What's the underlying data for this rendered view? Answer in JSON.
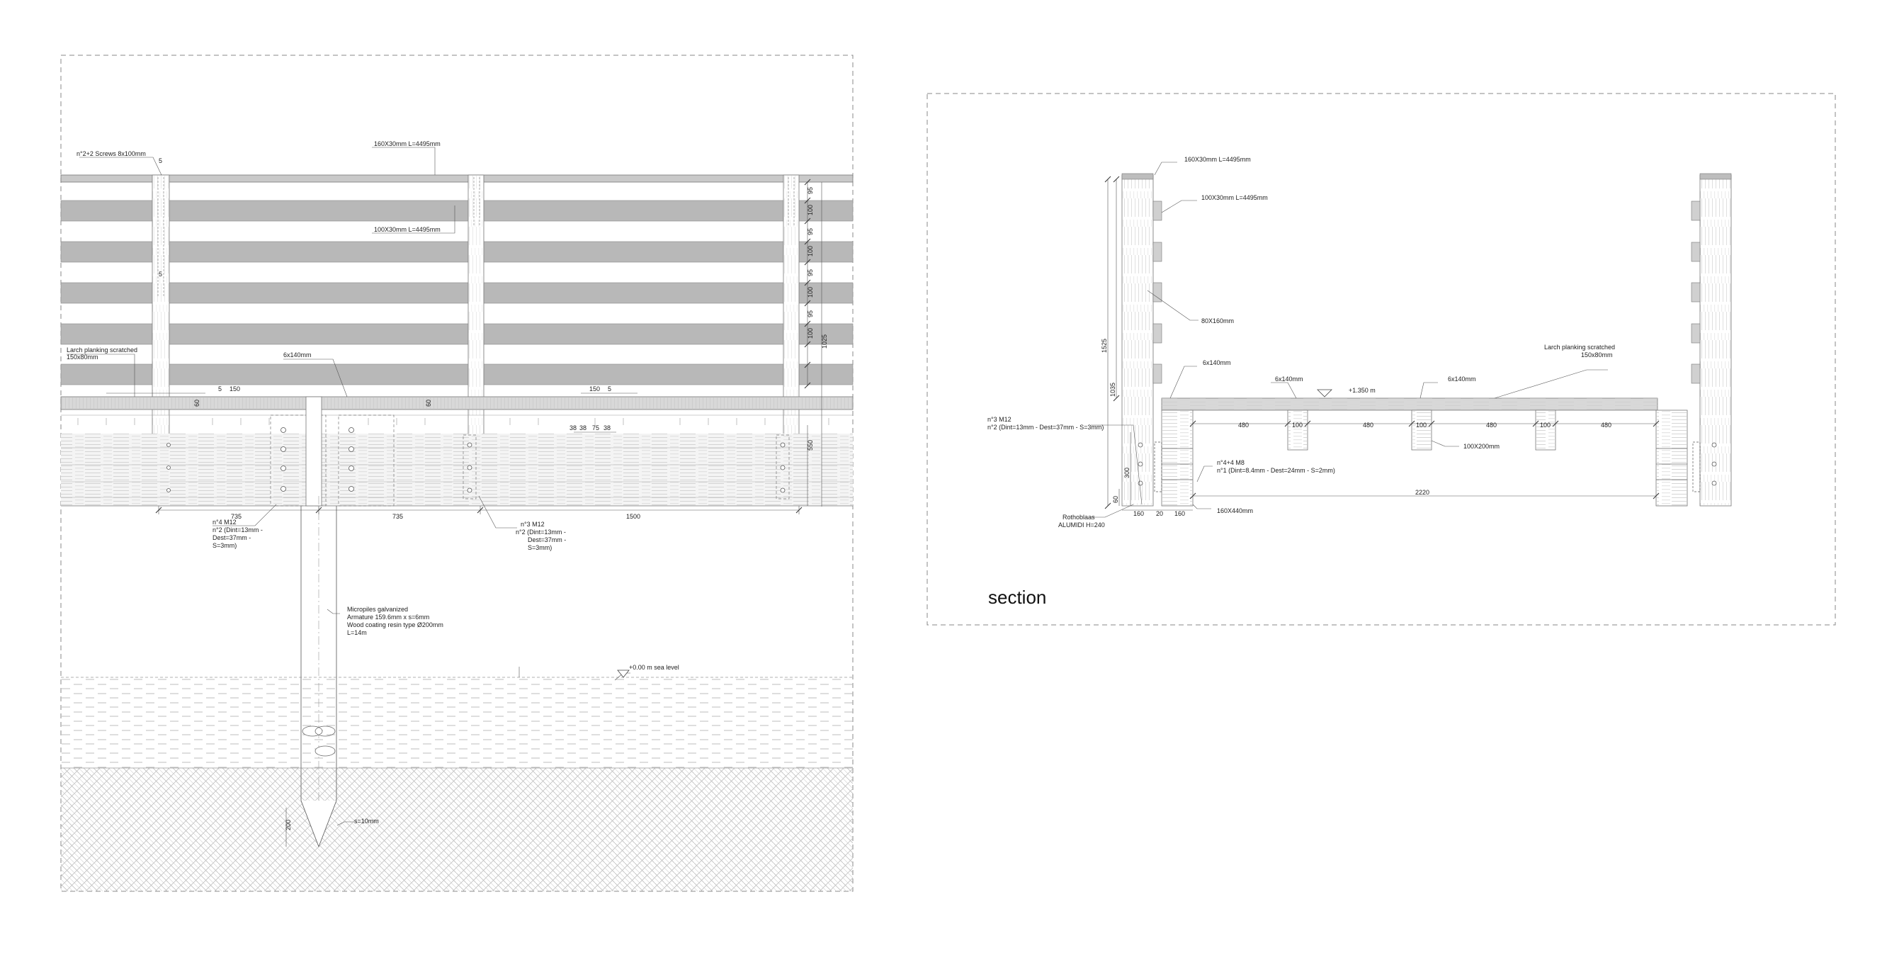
{
  "elevation": {
    "labels": {
      "screws": "n°2+2 Screws 8x100mm",
      "top_rail": "160X30mm L=4495mm",
      "rail": "100X30mm L=4495mm",
      "larch_1": "Larch planking scratched",
      "larch_2": "150x80mm",
      "joist": "6x140mm",
      "bolts_left_1": "n°4 M12",
      "bolts_left_2": "n°2 (Dint=13mm -",
      "bolts_left_3": "Dest=37mm -",
      "bolts_left_4": "S=3mm)",
      "bolts_right_1": "n°3 M12",
      "bolts_right_2": "n°2 (Dint=13mm -",
      "bolts_right_3": "Dest=37mm -",
      "bolts_right_4": "S=3mm)",
      "pile_1": "Micropiles galvanized",
      "pile_2": "Armature 159.6mm x s=6mm",
      "pile_3": "Wood coating resin type  Ø200mm",
      "pile_4": "L=14m",
      "sea_level": "+0.00 m sea level",
      "tip": "s=10mm"
    },
    "dims": {
      "d5a": "5",
      "d5b": "5",
      "d5c": "5",
      "d5d": "5",
      "rail_gaps": [
        "95",
        "100",
        "95",
        "100",
        "95",
        "100",
        "95",
        "100"
      ],
      "total_h": "1025",
      "d60a": "60",
      "d150a": "150",
      "d60b": "60",
      "d150b": "150",
      "d38a": "38",
      "d38b": "38",
      "d75": "75",
      "d38c": "38",
      "d550": "550",
      "d735a": "735",
      "d735b": "735",
      "d1500": "1500",
      "d200": "200"
    }
  },
  "section": {
    "title": "section",
    "labels": {
      "top_rail": "160X30mm L=4495mm",
      "rail": "100X30mm L=4495mm",
      "post": "80X160mm",
      "larch_1": "Larch planking scratched",
      "larch_2": "150x80mm",
      "joist_a": "6x140mm",
      "joist_b": "6x140mm",
      "joist_c": "6x140mm",
      "level": "+1.350 m",
      "bolts_1": "n°3 M12",
      "bolts_2": "n°2 (Dint=13mm - Dest=37mm - S=3mm)",
      "screws_1": "n°4+4 M8",
      "screws_2": "n°1 (Dint=8.4mm - Dest=24mm - S=2mm)",
      "beam": "100X200mm",
      "base": "160X440mm",
      "maker_1": "Rothoblaas",
      "maker_2": "ALUMIDI H=240"
    },
    "dims": {
      "h1525": "1525",
      "h1035": "1035",
      "h300": "300",
      "h60": "60",
      "s480a": "480",
      "s100a": "100",
      "s480b": "480",
      "s100b": "100",
      "s480c": "480",
      "s100c": "100",
      "s480d": "480",
      "w160a": "160",
      "w20": "20",
      "w160b": "160",
      "w2220": "2220"
    }
  }
}
